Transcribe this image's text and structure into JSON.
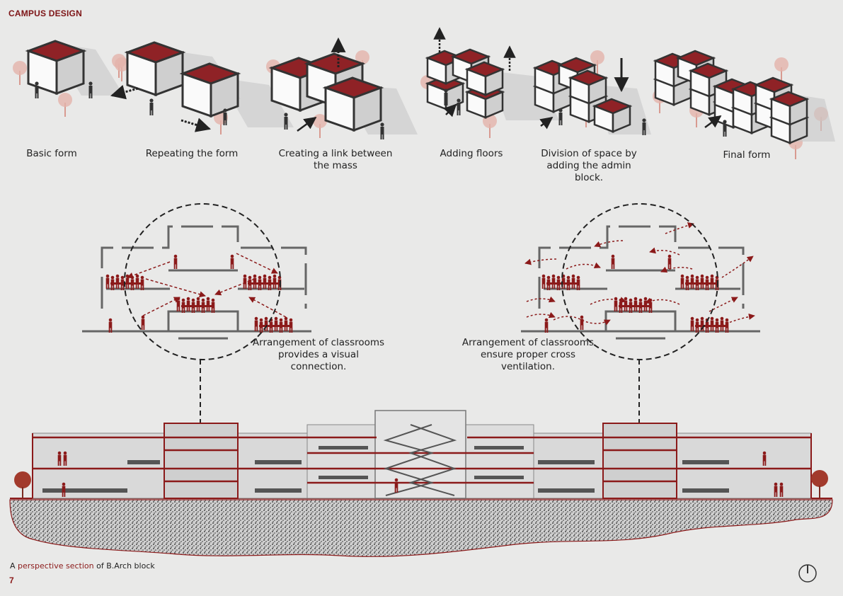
{
  "header": {
    "title": "CAMPUS DESIGN"
  },
  "steps": [
    {
      "label": "Basic form"
    },
    {
      "label": "Repeating the form"
    },
    {
      "label": "Creating a link between the mass"
    },
    {
      "label": "Adding floors"
    },
    {
      "label": "Division of space by adding the admin block."
    },
    {
      "label": "Final form"
    }
  ],
  "sections": [
    {
      "caption": "Arrangement of classrooms provides a visual connection."
    },
    {
      "caption": "Arrangement of classrooms ensure proper cross ventilation."
    }
  ],
  "footer": {
    "caption_prefix": "A ",
    "caption_highlight": "perspective section",
    "caption_suffix": " of B.Arch block",
    "page_number": "7"
  },
  "colors": {
    "accent": "#8b1a1a",
    "roof": "#8f2226",
    "ground": "#111111"
  },
  "icons": [
    "north-arrow-icon"
  ]
}
